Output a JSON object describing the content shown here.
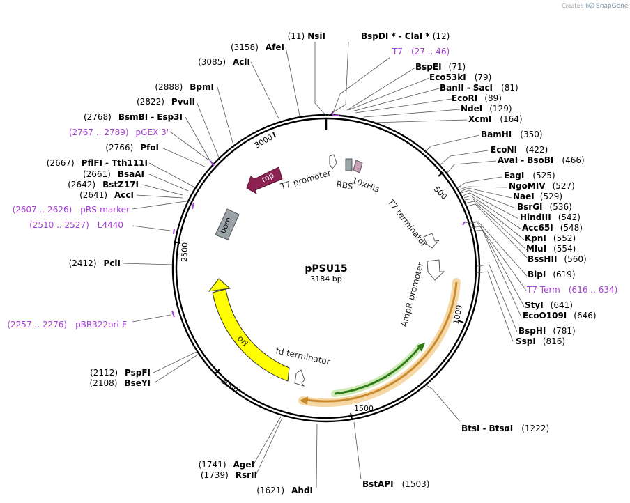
{
  "credit": {
    "prefix": "Created by",
    "brand": "SnapGene"
  },
  "plasmid": {
    "name": "pPSU15",
    "length_label": "3184 bp"
  },
  "ticks": [
    "500",
    "1000",
    "1500",
    "2000",
    "2500",
    "3000"
  ],
  "features": {
    "rop": "rop",
    "bom": "bom",
    "ori": "ori",
    "t7_promoter": "T7 promoter",
    "rbs": "RBS",
    "his": "10xHis",
    "t7_terminator": "T7 terminator",
    "ampr_promoter": "AmpR promoter",
    "fd_terminator": "fd terminator"
  },
  "sites": {
    "nsi": {
      "name": "NsiI",
      "pos": "(11)"
    },
    "bspdi": {
      "name": "BspDI *",
      "sep": "-",
      "name2": "ClaI *",
      "pos": "(12)"
    },
    "t7": {
      "name": "T7",
      "pos": "(27 .. 46)"
    },
    "bspei": {
      "name": "BspEI",
      "pos": "(71)"
    },
    "eco53ki": {
      "name": "Eco53kI",
      "pos": "(79)"
    },
    "banii": {
      "name": "BanII",
      "sep": "-",
      "name2": "SacI",
      "pos": "(81)"
    },
    "ecori": {
      "name": "EcoRI",
      "pos": "(89)"
    },
    "ndei": {
      "name": "NdeI",
      "pos": "(129)"
    },
    "xcmi": {
      "name": "XcmI",
      "pos": "(164)"
    },
    "bamhi": {
      "name": "BamHI",
      "pos": "(350)"
    },
    "econi": {
      "name": "EcoNI",
      "pos": "(422)"
    },
    "avai": {
      "name": "AvaI",
      "sep": "-",
      "name2": "BsoBI",
      "pos": "(466)"
    },
    "eagi": {
      "name": "EagI",
      "pos": "(525)"
    },
    "ngomiv": {
      "name": "NgoMIV",
      "pos": "(527)"
    },
    "naei": {
      "name": "NaeI",
      "pos": "(529)"
    },
    "bsrgi": {
      "name": "BsrGI",
      "pos": "(536)"
    },
    "hindiii": {
      "name": "HindIII",
      "pos": "(542)"
    },
    "acc65i": {
      "name": "Acc65I",
      "pos": "(548)"
    },
    "kpni": {
      "name": "KpnI",
      "pos": "(552)"
    },
    "mlui": {
      "name": "MluI",
      "pos": "(554)"
    },
    "bsshii": {
      "name": "BssHII",
      "pos": "(560)"
    },
    "blpi": {
      "name": "BlpI",
      "pos": "(619)"
    },
    "t7term": {
      "name": "T7 Term",
      "pos": "(616 .. 634)"
    },
    "styi": {
      "name": "StyI",
      "pos": "(641)"
    },
    "eco0109i": {
      "name": "EcoO109I",
      "pos": "(646)"
    },
    "bsphi": {
      "name": "BspHI",
      "pos": "(781)"
    },
    "sspi": {
      "name": "SspI",
      "pos": "(816)"
    },
    "btsi": {
      "name": "BtsI",
      "sep": "-",
      "name2": "BtsαI",
      "pos": "(1222)"
    },
    "bstapi": {
      "name": "BstAPI",
      "pos": "(1503)"
    },
    "ahdi": {
      "name": "AhdI",
      "pos": "(1621)"
    },
    "agei": {
      "name": "AgeI",
      "pos": "(1741)"
    },
    "rsrii": {
      "name": "RsrII",
      "pos": "(1739)"
    },
    "pspfi": {
      "name": "PspFI",
      "pos": "(2112)"
    },
    "bseyi": {
      "name": "BseYI",
      "pos": "(2108)"
    },
    "pbr322ori": {
      "name": "pBR322ori-F",
      "pos": "(2257 .. 2276)"
    },
    "pcii": {
      "name": "PciI",
      "pos": "(2412)"
    },
    "l4440": {
      "name": "L4440",
      "pos": "(2510 .. 2527)"
    },
    "prsmarker": {
      "name": "pRS-marker",
      "pos": "(2607 .. 2626)"
    },
    "acci": {
      "name": "AccI",
      "pos": "(2641)"
    },
    "bstz17i": {
      "name": "BstZ17I",
      "pos": "(2642)"
    },
    "bsaai": {
      "name": "BsaAI",
      "pos": "(2661)"
    },
    "pflfi": {
      "name": "PflFI",
      "sep": "-",
      "name2": "Tth111I",
      "pos": "(2667)"
    },
    "pfoi": {
      "name": "PfoI",
      "pos": "(2766)"
    },
    "pgex3": {
      "name": "pGEX 3'",
      "pos": "(2767 .. 2789)"
    },
    "bsmbi": {
      "name": "BsmBI",
      "sep": "-",
      "name2": "Esp3I",
      "pos": "(2768)"
    },
    "pvuii": {
      "name": "PvuII",
      "pos": "(2822)"
    },
    "bpmi": {
      "name": "BpmI",
      "pos": "(2888)"
    },
    "acli": {
      "name": "AclI",
      "pos": "(3085)"
    },
    "afei": {
      "name": "AfeI",
      "pos": "(3158)"
    }
  }
}
